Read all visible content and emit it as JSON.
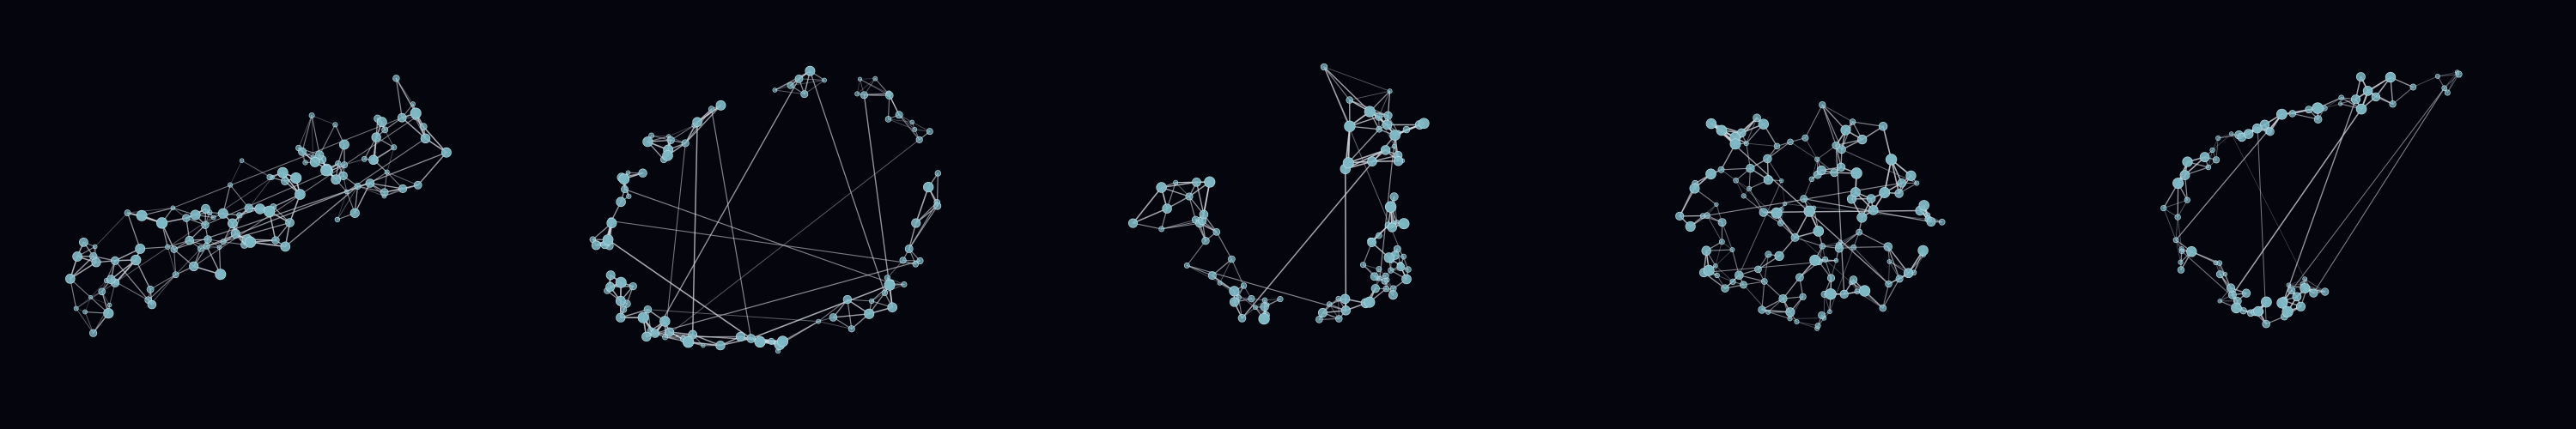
{
  "theme": {
    "background": "#05050d",
    "edge_color": "#d7dbe2",
    "node_color": "#7fb9c6",
    "node_highlight": "#bfe6ee"
  },
  "diagram": {
    "type": "network-graphs",
    "panels": [
      {
        "id": "panel-1",
        "shape": "elongated-cloud",
        "node_count": 110
      },
      {
        "id": "panel-2",
        "shape": "ring",
        "node_count": 95
      },
      {
        "id": "panel-3",
        "shape": "u-curve",
        "node_count": 95
      },
      {
        "id": "panel-4",
        "shape": "dense-ball",
        "node_count": 125
      },
      {
        "id": "panel-5",
        "shape": "arc-path",
        "node_count": 80
      }
    ]
  }
}
